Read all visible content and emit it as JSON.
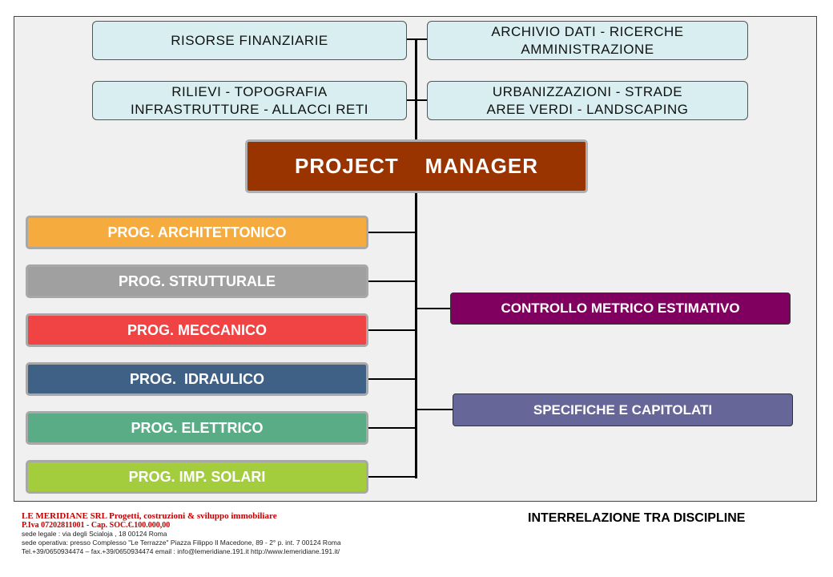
{
  "top_boxes": [
    {
      "lines": [
        "RISORSE  FINANZIARIE"
      ]
    },
    {
      "lines": [
        "ARCHIVIO DATI - RICERCHE",
        "AMMINISTRAZIONE"
      ]
    },
    {
      "lines": [
        "RILIEVI - TOPOGRAFIA",
        "INFRASTRUTTURE - ALLACCI RETI"
      ]
    },
    {
      "lines": [
        "URBANIZZAZIONI - STRADE",
        "AREE VERDI - LANDSCAPING"
      ]
    }
  ],
  "center": {
    "label": "PROJECT    MANAGER",
    "color": "#993300"
  },
  "disciplines": [
    {
      "label": "PROG. ARCHITETTONICO",
      "color": "#f6ab3f"
    },
    {
      "label": "PROG. STRUTTURALE",
      "color": "#a0a0a0"
    },
    {
      "label": "PROG. MECCANICO",
      "color": "#f04444"
    },
    {
      "label": "PROG.  IDRAULICO",
      "color": "#3f6185"
    },
    {
      "label": "PROG. ELETTRICO",
      "color": "#5aac86"
    },
    {
      "label": "PROG. IMP. SOLARI",
      "color": "#a3cd3d"
    }
  ],
  "right_boxes": [
    {
      "label": "CONTROLLO  METRICO  ESTIMATIVO",
      "color": "#800060"
    },
    {
      "label": "SPECIFICHE E  CAPITOLATI",
      "color": "#666699"
    }
  ],
  "footer": {
    "company": "LE MERIDIANE SRL Progetti, costruzioni & sviluppo immobiliare",
    "piva": "P.Iva 07202811001 - Cap. SOC.€.100.000,00",
    "sede_legale": "sede legale : via  degli Scialoja , 18  00124  Roma",
    "sede_operativa": "sede operativa: presso Complesso \"Le Terrazze\" Piazza Filippo Il Macedone, 89 - 2° p. int. 7  00124  Roma",
    "contacts": "Tel.+39/0650934474  – fax.+39/0650934474   email : info@lemeridiane.191.it   http://www.lemeridiane.191.it/",
    "title": "INTERRELAZIONE TRA DISCIPLINE"
  }
}
